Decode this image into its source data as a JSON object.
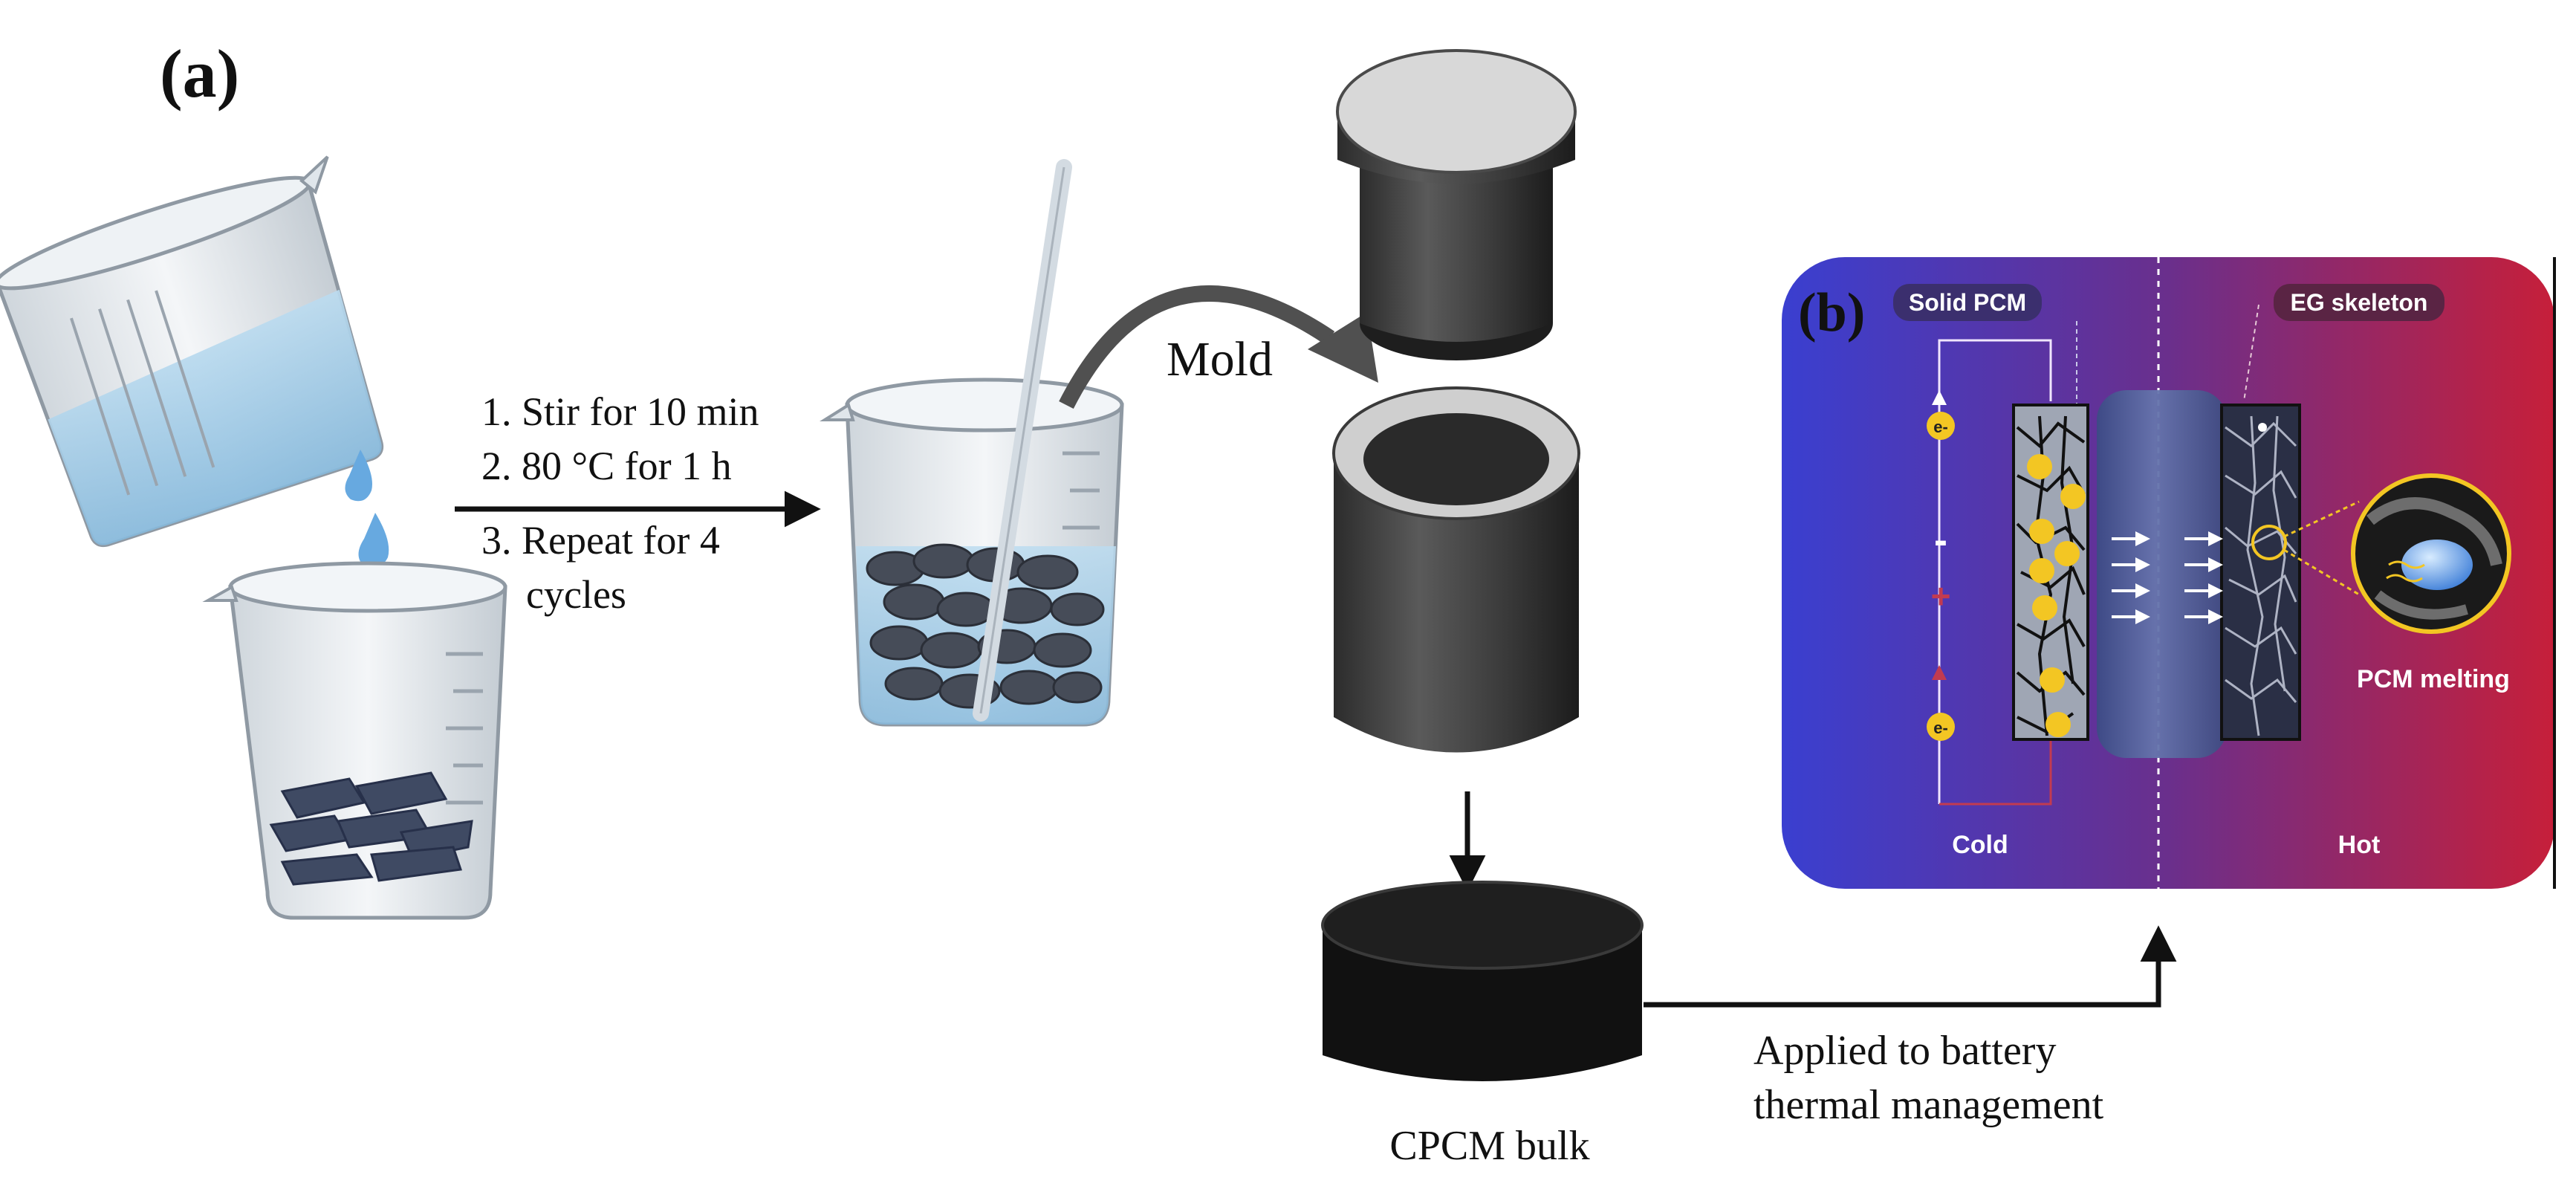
{
  "panel_a": {
    "label": "(a)",
    "steps": [
      "1. Stir for 10 min",
      "2. 80 °C for 1 h",
      "3. Repeat for 4",
      "cycles"
    ],
    "mold_label": "Mold",
    "bulk_label": "CPCM bulk",
    "applied_label": [
      "Applied to battery",
      "thermal management"
    ]
  },
  "panel_b": {
    "label": "(b)",
    "tag_solid": "Solid PCM",
    "tag_skeleton": "EG skeleton",
    "melting_label": "PCM melting",
    "cold_label": "Cold",
    "hot_label": "Hot",
    "electron_label": "e-",
    "minus_sign": "-",
    "plus_sign": "+",
    "colors": {
      "cold": "#3a3fd0",
      "mid": "#6a2f8c",
      "hot": "#c61f3a",
      "electron": "#f3c623"
    }
  }
}
